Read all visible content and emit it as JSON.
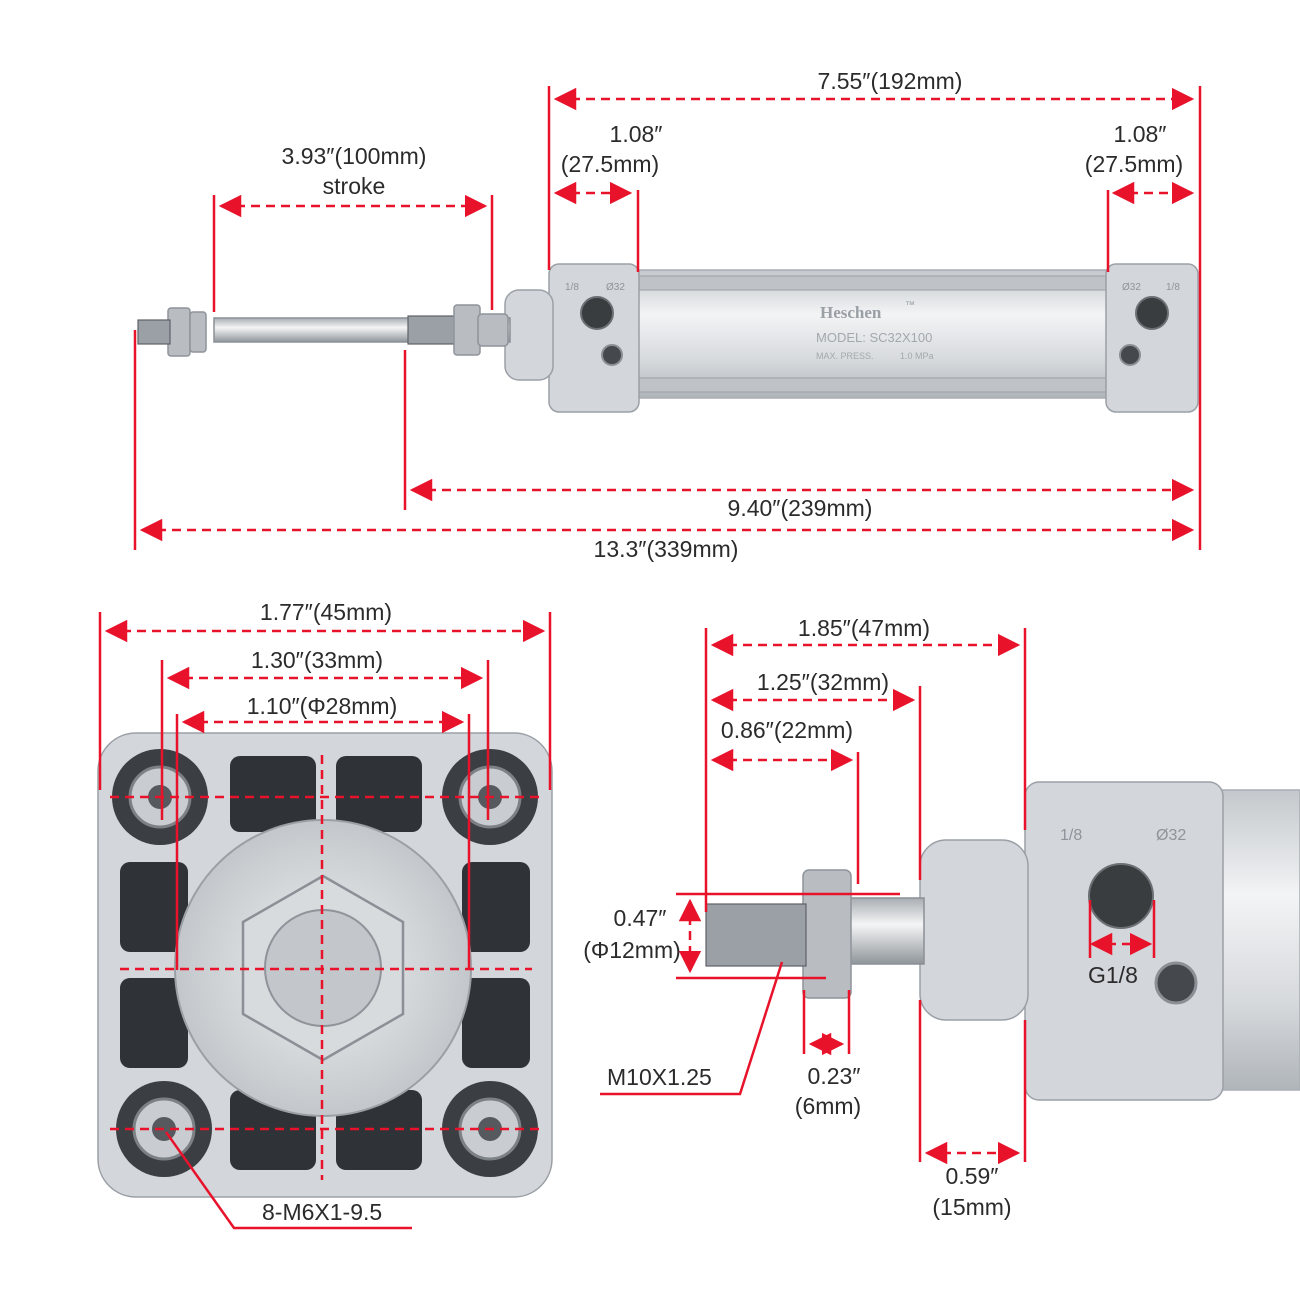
{
  "product": {
    "brand": "Heschen",
    "trademark": "™",
    "model_line": "MODEL: SC32X100",
    "pressure_label": "MAX. PRESS.",
    "pressure_value": "1.0 MPa",
    "port_size_left": "1/8",
    "port_size_right": "Ø32",
    "colors": {
      "dimension_red": "#e8132b",
      "aluminum": "#d3d6da",
      "text": "#2b2b2b"
    }
  },
  "side_view": {
    "overall_width": "7.55″(192mm)",
    "left_cap_top": "1.08″",
    "left_cap_bottom": "(27.5mm)",
    "right_cap_top": "1.08″",
    "right_cap_bottom": "(27.5mm)",
    "stroke_value": "3.93″(100mm)",
    "stroke_label": "stroke",
    "body_length": "9.40″(239mm)",
    "total_length": "13.3″(339mm)"
  },
  "end_view": {
    "outer_width": "1.77″(45mm)",
    "bolt_spacing": "1.30″(33mm)",
    "boss_diameter": "1.10″(Φ28mm)",
    "mount_thread": "8-M6X1-9.5"
  },
  "detail_view": {
    "cap_to_rod_end": "1.85″(47mm)",
    "boss_to_rod_end": "1.25″(32mm)",
    "thread_length": "0.86″(22mm)",
    "rod_dia_top": "0.47″",
    "rod_dia_bottom": "(Φ12mm)",
    "rod_thread": "M10X1.25",
    "nut_top": "0.23″",
    "nut_bottom": "(6mm)",
    "port_thread": "G1/8",
    "boss_len_top": "0.59″",
    "boss_len_bottom": "(15mm)"
  }
}
